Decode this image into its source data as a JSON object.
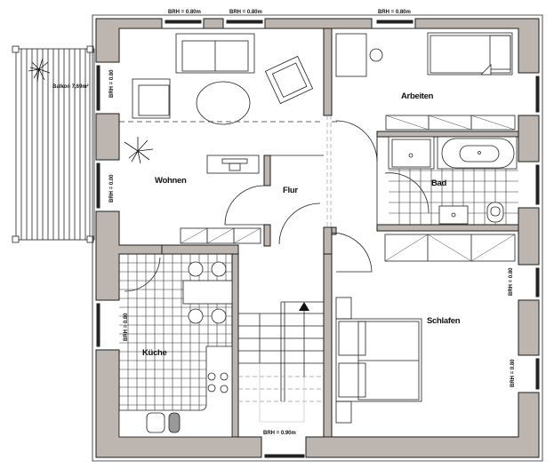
{
  "plan": {
    "rooms": {
      "wohnen": "Wohnen",
      "flur": "Flur",
      "arbeiten": "Arbeiten",
      "bad": "Bad",
      "schlafen": "Schlafen",
      "kueche": "Küche"
    },
    "balcony": "Balkon 7,69m²",
    "windows": {
      "top_1": "BRH = 0.80m",
      "top_2": "BRH = 0.80m",
      "top_3": "BRH = 0.80m",
      "left_wohnen_upper": "BRH = 0.80",
      "left_wohnen_lower": "BRH = 0.00",
      "left_kueche": "BRH = 0.80",
      "right_schlafen_upper": "BRH = 0.80",
      "right_schlafen_lower": "BRH = 0.80",
      "bottom_flur": "BRH = 0.90m"
    },
    "colors": {
      "wall_fill": "#bdb5b0",
      "line": "#222222",
      "background": "#ffffff"
    }
  }
}
